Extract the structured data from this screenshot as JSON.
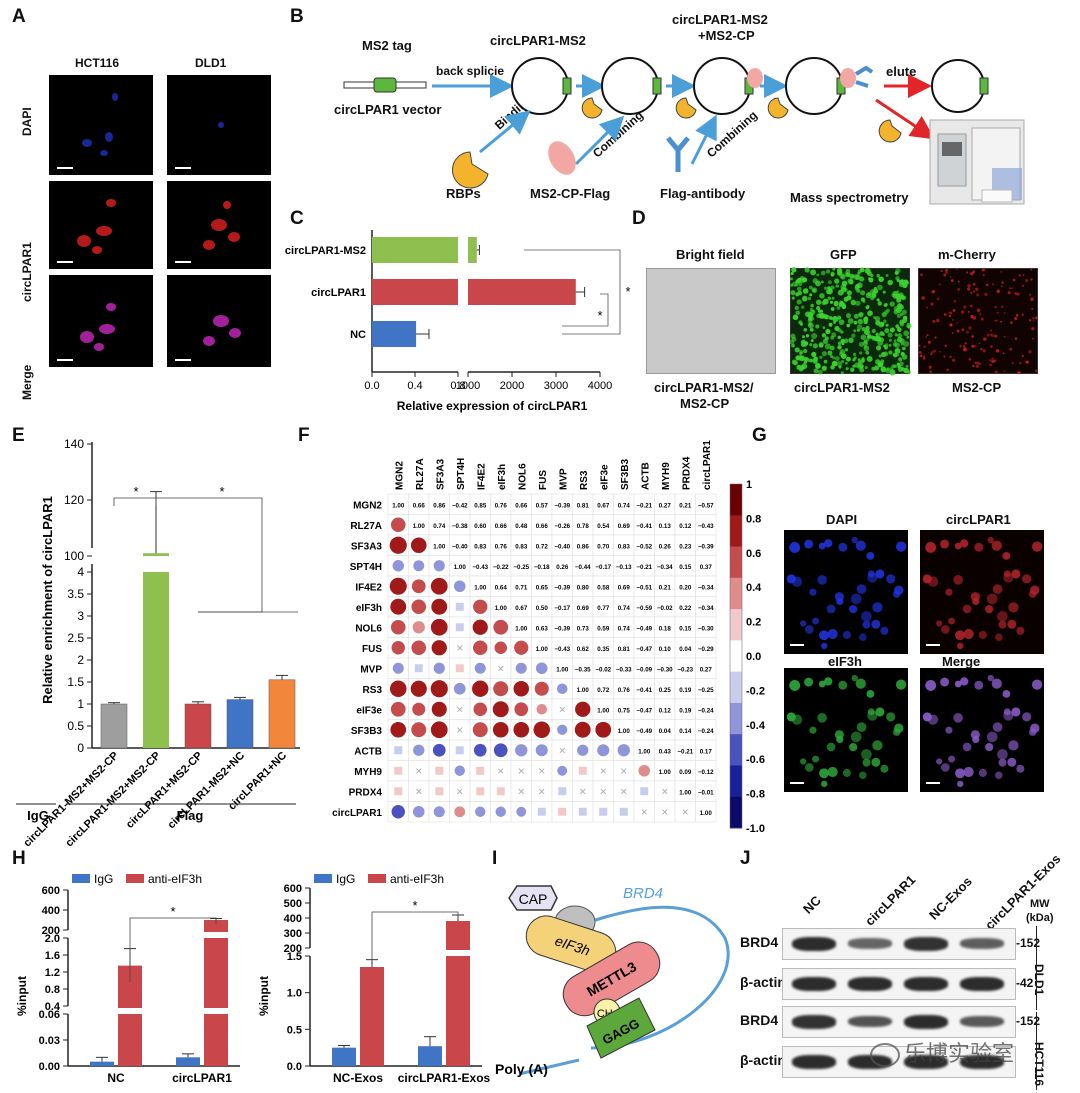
{
  "panels": {
    "A": "A",
    "B": "B",
    "C": "C",
    "D": "D",
    "E": "E",
    "F": "F",
    "G": "G",
    "H": "H",
    "I": "I",
    "J": "J"
  },
  "panelA": {
    "columns": [
      "HCT116",
      "DLD1"
    ],
    "rows": [
      "DAPI",
      "circLPAR1",
      "Merge"
    ]
  },
  "panelB": {
    "ms2_tag": "MS2 tag",
    "vector": "circLPAR1 vector",
    "back_splice": "back splicie",
    "circ_ms2": "circLPAR1-MS2",
    "circ_ms2_cp": "circLPAR1-MS2\n+MS2-CP",
    "circ_ms2_cp_l1": "circLPAR1-MS2",
    "circ_ms2_cp_l2": "+MS2-CP",
    "elute": "elute",
    "binding": "Binding",
    "combining1": "Combining",
    "combining2": "Combining",
    "rbps": "RBPs",
    "ms2cp_flag": "MS2-CP-Flag",
    "flag_ab": "Flag-antibody",
    "mass_spec": "Mass spectrometry"
  },
  "panelD": {
    "titles": [
      "Bright field",
      "GFP",
      "m-Cherry"
    ],
    "captions": [
      "circLPAR1-MS2/\nMS2-CP",
      "circLPAR1-MS2",
      "MS2-CP"
    ],
    "cap1a": "circLPAR1-MS2/",
    "cap1b": "MS2-CP"
  },
  "panelG": {
    "titles": [
      "DAPI",
      "circLPAR1",
      "eIF3h",
      "Merge"
    ]
  },
  "panelI": {
    "cap": "CAP",
    "brd4": "BRD4",
    "eif3h": "eIF3h",
    "mettl3": "METTL3",
    "ch3": "CH₃",
    "gagg": "GAGG",
    "polya": "Poly (A)"
  },
  "panelJ": {
    "lanes": [
      "NC",
      "circLPAR1",
      "NC-Exos",
      "circLPAR1-Exos"
    ],
    "mw_title": "MW\n(kDa)",
    "mw_l1": "MW",
    "mw_l2": "(kDa)",
    "rows": [
      {
        "label": "BRD4",
        "mw": "-152",
        "intensity": [
          1.0,
          0.55,
          0.95,
          0.6
        ]
      },
      {
        "label": "β-actin",
        "mw": "-42",
        "intensity": [
          1,
          1,
          1,
          1
        ]
      },
      {
        "label": "BRD4",
        "mw": "-152",
        "intensity": [
          0.95,
          0.7,
          1.0,
          0.65
        ]
      },
      {
        "label": "β-actin",
        "mw": "",
        "intensity": [
          1,
          1,
          1,
          1
        ]
      }
    ],
    "cell_lines": [
      "DLD1",
      "HCT116"
    ],
    "watermark": "乐博实验室"
  },
  "chart_data": [
    {
      "id": "C",
      "type": "bar",
      "orientation": "horizontal",
      "categories": [
        "circLPAR1-MS2",
        "circLPAR1",
        "NC"
      ],
      "values": [
        1200,
        3450,
        0.41
      ],
      "errors": [
        60,
        200,
        0.12
      ],
      "colors": [
        "#8fbf4e",
        "#c9474a",
        "#3f75c4"
      ],
      "xlabel": "Relative expression of circLPAR1",
      "xticks": [
        "0.0",
        "0.4",
        "0.8",
        "1000",
        "2000",
        "3000",
        "4000"
      ],
      "sig": [
        "*",
        "*"
      ]
    },
    {
      "id": "E",
      "type": "bar",
      "categories": [
        "circLPAR1-MS2+MS2-CP",
        "circLPAR1-MS2+MS2-CP",
        "circLPAR1+MS2-CP",
        "circLPAR1-MS2+NC",
        "circLPAR1+NC"
      ],
      "values": [
        1.0,
        101,
        1.0,
        1.1,
        1.55
      ],
      "errors": [
        0.03,
        22,
        0.05,
        0.05,
        0.1
      ],
      "colors": [
        "#9e9e9e",
        "#8fbf4e",
        "#c9474a",
        "#3f75c4",
        "#f2873b"
      ],
      "ylabel": "Relative enrichment of circLPAR1",
      "yticks": [
        "0",
        "0.5",
        "1",
        "1.5",
        "2",
        "2.5",
        "3",
        "3.5",
        "4",
        "100",
        "120",
        "140"
      ],
      "groups": [
        "IgG",
        "Flag"
      ],
      "sig": [
        "*",
        "*"
      ]
    },
    {
      "id": "F",
      "type": "heatmap",
      "labels": [
        "MGN2",
        "RL27A",
        "SF3A3",
        "SPT4H",
        "IF4E2",
        "eIF3h",
        "NOL6",
        "FUS",
        "MVP",
        "RS3",
        "eIF3e",
        "SF3B3",
        "ACTB",
        "MYH9",
        "PRDX4",
        "circLPAR1"
      ],
      "upper": [
        [
          1.0,
          0.66,
          0.86,
          -0.42,
          0.85,
          0.76,
          0.66,
          0.57,
          -0.39,
          0.81,
          0.67,
          0.74,
          -0.21,
          0.27,
          0.21,
          -0.57
        ],
        [
          null,
          1.0,
          0.74,
          -0.38,
          0.6,
          0.66,
          0.48,
          0.66,
          -0.26,
          0.78,
          0.54,
          0.69,
          -0.41,
          0.13,
          0.12,
          -0.43
        ],
        [
          null,
          null,
          1.0,
          -0.4,
          0.83,
          0.76,
          0.83,
          0.72,
          -0.4,
          0.86,
          0.7,
          0.83,
          -0.52,
          0.26,
          0.23,
          -0.39
        ],
        [
          null,
          null,
          null,
          1.0,
          -0.43,
          -0.22,
          -0.25,
          -0.18,
          0.26,
          -0.44,
          -0.17,
          -0.13,
          -0.21,
          -0.34,
          0.15,
          0.37
        ],
        [
          null,
          null,
          null,
          null,
          1.0,
          0.64,
          0.71,
          0.65,
          -0.39,
          0.8,
          0.58,
          0.69,
          -0.51,
          0.21,
          0.2,
          -0.34
        ],
        [
          null,
          null,
          null,
          null,
          null,
          1.0,
          0.67,
          0.5,
          -0.17,
          0.69,
          0.77,
          0.74,
          -0.59,
          -0.02,
          0.22,
          -0.34
        ],
        [
          null,
          null,
          null,
          null,
          null,
          null,
          1.0,
          0.63,
          -0.39,
          0.73,
          0.59,
          0.74,
          -0.49,
          0.18,
          0.15,
          -0.3
        ],
        [
          null,
          null,
          null,
          null,
          null,
          null,
          null,
          1.0,
          -0.43,
          0.62,
          0.35,
          0.81,
          -0.47,
          0.1,
          0.04,
          -0.29
        ],
        [
          null,
          null,
          null,
          null,
          null,
          null,
          null,
          null,
          1.0,
          -0.35,
          -0.02,
          -0.33,
          -0.09,
          -0.3,
          -0.23,
          0.27
        ],
        [
          null,
          null,
          null,
          null,
          null,
          null,
          null,
          null,
          null,
          1.0,
          0.72,
          0.76,
          -0.41,
          0.25,
          0.19,
          -0.25
        ],
        [
          null,
          null,
          null,
          null,
          null,
          null,
          null,
          null,
          null,
          null,
          1.0,
          0.75,
          -0.47,
          0.12,
          0.19,
          -0.24
        ],
        [
          null,
          null,
          null,
          null,
          null,
          null,
          null,
          null,
          null,
          null,
          null,
          1.0,
          -0.49,
          0.04,
          0.14,
          -0.24
        ],
        [
          null,
          null,
          null,
          null,
          null,
          null,
          null,
          null,
          null,
          null,
          null,
          null,
          1.0,
          0.43,
          -0.21,
          0.17
        ],
        [
          null,
          null,
          null,
          null,
          null,
          null,
          null,
          null,
          null,
          null,
          null,
          null,
          null,
          1.0,
          0.09,
          -0.12
        ],
        [
          null,
          null,
          null,
          null,
          null,
          null,
          null,
          null,
          null,
          null,
          null,
          null,
          null,
          null,
          1.0,
          -0.01
        ],
        [
          null,
          null,
          null,
          null,
          null,
          null,
          null,
          null,
          null,
          null,
          null,
          null,
          null,
          null,
          null,
          1.0
        ]
      ],
      "upper_text": [
        [
          "1.00",
          "0.66",
          "0.86",
          "−0.42",
          "0.85",
          "0.76",
          "0.66",
          "0.57",
          "−0.39",
          "0.81",
          "0.67",
          "0.74",
          "−0.21",
          "0.27",
          "0.21",
          "−0.57"
        ],
        [
          "",
          "1.00",
          "0.74",
          "−0.38",
          "0.60",
          "0.66",
          "0.48",
          "0.66",
          "−0.26",
          "0.78",
          "0.54",
          "0.69",
          "−0.41",
          "0.13",
          "0.12",
          "−0.43"
        ],
        [
          "",
          "",
          "1.00",
          "−0.40",
          "0.83",
          "0.76",
          "0.83",
          "0.72",
          "−0.40",
          "0.86",
          "0.70",
          "0.83",
          "−0.52",
          "0.26",
          "0.23",
          "−0.39"
        ],
        [
          "",
          "",
          "",
          "1.00",
          "−0.43",
          "−0.22",
          "−0.25",
          "−0.18",
          "0.26",
          "−0.44",
          "−0.17",
          "−0.13",
          "−0.21",
          "−0.34",
          "0.15",
          "0.37"
        ],
        [
          "",
          "",
          "",
          "",
          "1.00",
          "0.64",
          "0.71",
          "0.65",
          "−0.39",
          "0.80",
          "0.58",
          "0.69",
          "−0.51",
          "0.21",
          "0.20",
          "−0.34"
        ],
        [
          "",
          "",
          "",
          "",
          "",
          "1.00",
          "0.67",
          "0.50",
          "−0.17",
          "0.69",
          "0.77",
          "0.74",
          "−0.59",
          "−0.02",
          "0.22",
          "−0.34"
        ],
        [
          "",
          "",
          "",
          "",
          "",
          "",
          "1.00",
          "0.63",
          "−0.39",
          "0.73",
          "0.59",
          "0.74",
          "−0.49",
          "0.18",
          "0.15",
          "−0.30"
        ],
        [
          "",
          "",
          "",
          "",
          "",
          "",
          "",
          "1.00",
          "−0.43",
          "0.62",
          "0.35",
          "0.81",
          "−0.47",
          "0.10",
          "0.04",
          "−0.29"
        ],
        [
          "",
          "",
          "",
          "",
          "",
          "",
          "",
          "",
          "1.00",
          "−0.35",
          "−0.02",
          "−0.33",
          "−0.09",
          "−0.30",
          "−0.23",
          "0.27"
        ],
        [
          "",
          "",
          "",
          "",
          "",
          "",
          "",
          "",
          "",
          "1.00",
          "0.72",
          "0.76",
          "−0.41",
          "0.25",
          "0.19",
          "−0.25"
        ],
        [
          "",
          "",
          "",
          "",
          "",
          "",
          "",
          "",
          "",
          "",
          "1.00",
          "0.75",
          "−0.47",
          "0.12",
          "0.19",
          "−0.24"
        ],
        [
          "",
          "",
          "",
          "",
          "",
          "",
          "",
          "",
          "",
          "",
          "",
          "1.00",
          "−0.49",
          "0.04",
          "0.14",
          "−0.24"
        ],
        [
          "",
          "",
          "",
          "",
          "",
          "",
          "",
          "",
          "",
          "",
          "",
          "",
          "1.00",
          "0.43",
          "−0.21",
          "0.17"
        ],
        [
          "",
          "",
          "",
          "",
          "",
          "",
          "",
          "",
          "",
          "",
          "",
          "",
          "",
          "1.00",
          "0.09",
          "−0.12"
        ],
        [
          "",
          "",
          "",
          "",
          "",
          "",
          "",
          "",
          "",
          "",
          "",
          "",
          "",
          "",
          "1.00",
          "−0.01"
        ],
        [
          "",
          "",
          "",
          "",
          "",
          "",
          "",
          "",
          "",
          "",
          "",
          "",
          "",
          "",
          "",
          "1.00"
        ]
      ],
      "colorbar_ticks": [
        "1",
        "0.8",
        "0.6",
        "0.4",
        "0.2",
        "0.0",
        "-0.2",
        "-0.4",
        "-0.6",
        "-0.8",
        "-1.0"
      ],
      "insignificant_mark": "×"
    },
    {
      "id": "H1",
      "type": "bar",
      "categories": [
        "NC",
        "circLPAR1"
      ],
      "series": [
        {
          "name": "IgG",
          "values": [
            0.005,
            0.01
          ],
          "errors": [
            0.005,
            0.004
          ],
          "color": "#3f75c4"
        },
        {
          "name": "anti-eIF3h",
          "values": [
            1.35,
            300
          ],
          "errors": [
            0.4,
            15
          ],
          "color": "#c9474a"
        }
      ],
      "ylabel": "%input",
      "yticks": [
        "0.00",
        "0.03",
        "0.06",
        "0.4",
        "0.8",
        "1.2",
        "1.6",
        "2.0",
        "200",
        "400",
        "600"
      ],
      "sig": "*"
    },
    {
      "id": "H2",
      "type": "bar",
      "categories": [
        "NC-Exos",
        "circLPAR1-Exos"
      ],
      "series": [
        {
          "name": "IgG",
          "values": [
            0.25,
            0.27
          ],
          "errors": [
            0.03,
            0.13
          ],
          "color": "#3f75c4"
        },
        {
          "name": "anti-eIF3h",
          "values": [
            1.35,
            380
          ],
          "errors": [
            0.1,
            40
          ],
          "color": "#c9474a"
        }
      ],
      "ylabel": "%input",
      "yticks": [
        "0.0",
        "0.5",
        "1.0",
        "1.5",
        "200",
        "300",
        "400",
        "500",
        "600"
      ],
      "sig": "*"
    }
  ]
}
